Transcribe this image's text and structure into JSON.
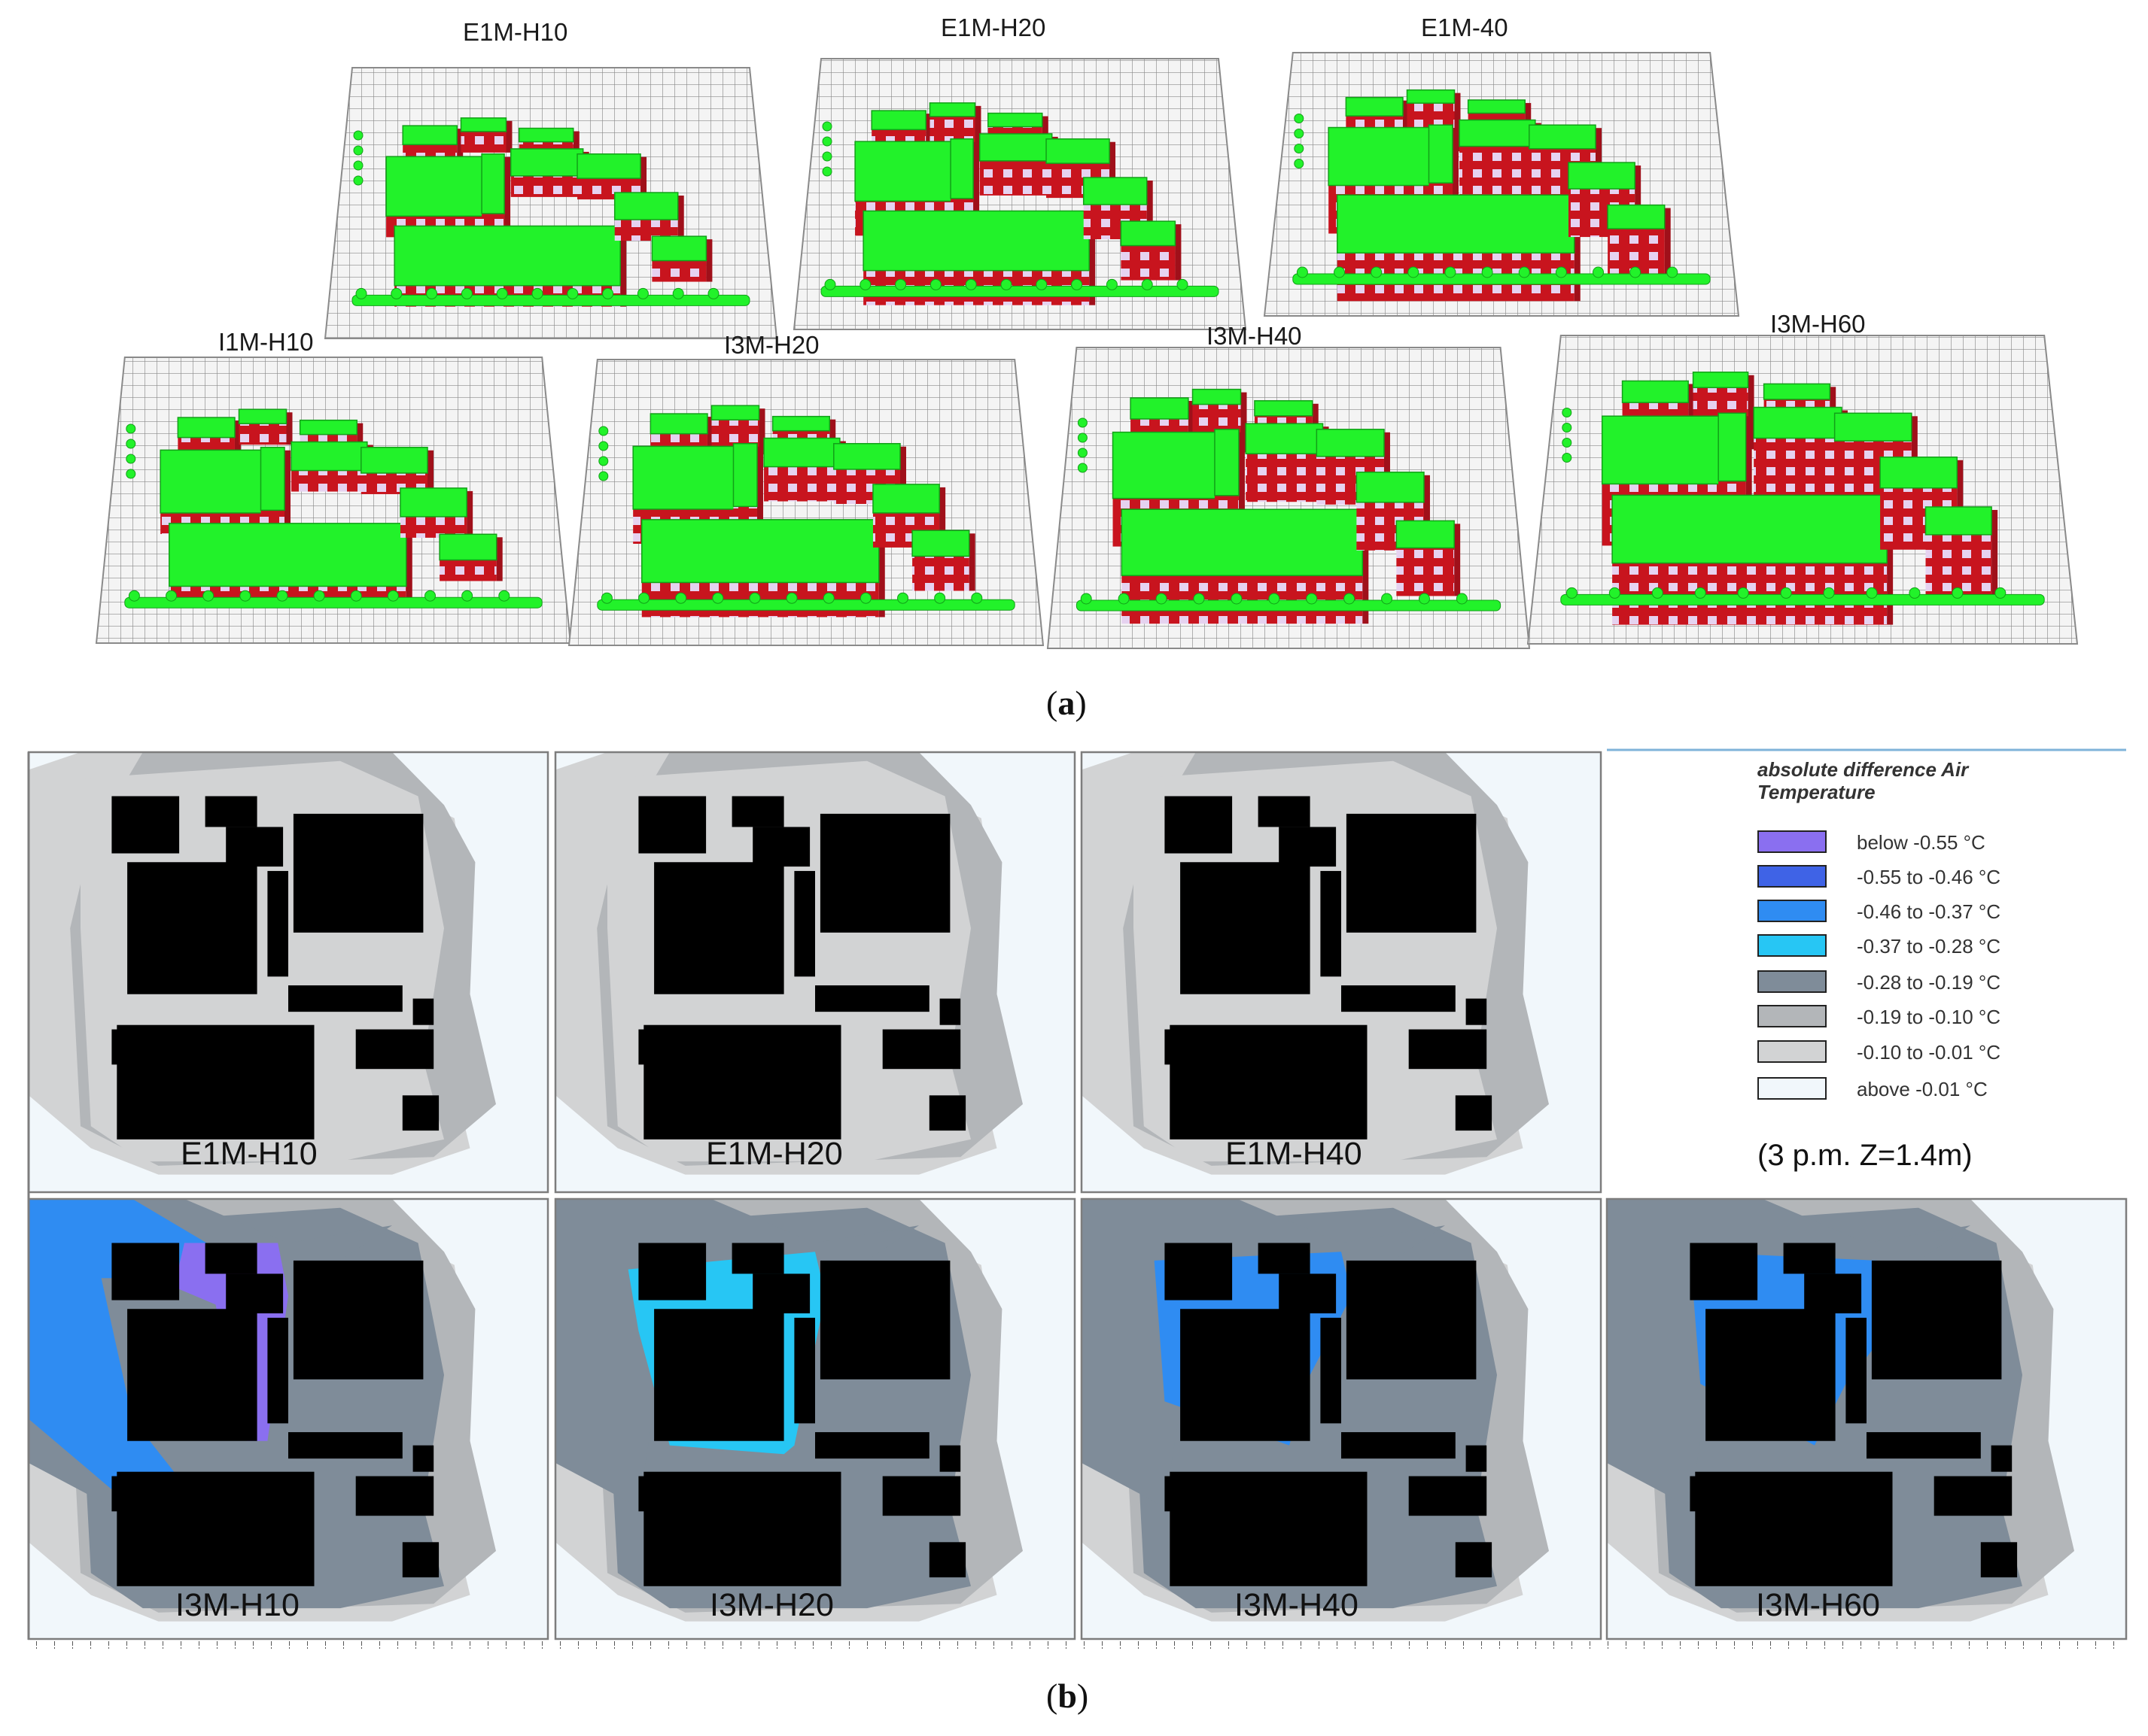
{
  "figure_a": {
    "caption_letter": "a",
    "scenes": [
      {
        "label": "E1M-H10",
        "levels": 1
      },
      {
        "label": "E1M-H20",
        "levels": 2
      },
      {
        "label": "E1M-40",
        "levels": 3
      },
      {
        "label": "I1M-H10",
        "levels": 1
      },
      {
        "label": "I3M-H20",
        "levels": 2
      },
      {
        "label": "I3M-H40",
        "levels": 3
      },
      {
        "label": "I3M-H60",
        "levels": 4
      }
    ],
    "colors": {
      "roof": "#22f22a",
      "wall": "#c8141e",
      "window": "#e6d2f0",
      "grid_line": "#8a8a8a",
      "grid_fill": "#f4f4f4"
    }
  },
  "figure_b": {
    "caption_letter": "b",
    "panels": [
      {
        "label": "E1M-H10"
      },
      {
        "label": "E1M-H20"
      },
      {
        "label": "E1M-H40"
      },
      {
        "label": "I3M-H10"
      },
      {
        "label": "I3M-H20"
      },
      {
        "label": "I3M-H40"
      },
      {
        "label": "I3M-H60"
      }
    ],
    "legend": {
      "title": "absolute difference Air Temperature",
      "items": [
        {
          "label": "below -0.55 °C",
          "color": "#8a6ff0"
        },
        {
          "label": "-0.55 to -0.46 °C",
          "color": "#3f63e6"
        },
        {
          "label": "-0.46 to -0.37 °C",
          "color": "#2f8cf2"
        },
        {
          "label": "-0.37 to -0.28 °C",
          "color": "#27c6f4"
        },
        {
          "label": "-0.28 to -0.19 °C",
          "color": "#7f8c99"
        },
        {
          "label": "-0.19 to -0.10 °C",
          "color": "#b3b6b9"
        },
        {
          "label": "-0.10 to -0.01 °C",
          "color": "#d2d3d4"
        },
        {
          "label": "above -0.01 °C",
          "color": "#f1f7fb"
        }
      ],
      "note": "(3 p.m.  Z=1.4m)"
    },
    "colors": {
      "building": "#000000",
      "frame": "#7d7d7d"
    }
  }
}
